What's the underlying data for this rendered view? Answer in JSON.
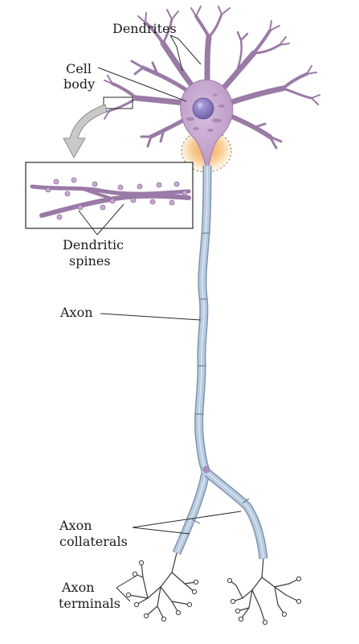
{
  "figure": {
    "labels": {
      "dendrites": "Dendrites",
      "cell_body_line1": "Cell",
      "cell_body_line2": "body",
      "dendritic_spines_line1": "Dendritic",
      "dendritic_spines_line2": "spines",
      "axon": "Axon",
      "axon_collaterals_line1": "Axon",
      "axon_collaterals_line2": "collaterals",
      "axon_terminals_line1": "Axon",
      "axon_terminals_line2": "terminals"
    },
    "colors": {
      "cell_body": "#c7a7cf",
      "nucleus": "#8d7fc0",
      "axon_hillock_glow": "#f2b765",
      "axon_myelin": "#b9cbe0",
      "inset_arrow": "#c8c8c8"
    }
  }
}
